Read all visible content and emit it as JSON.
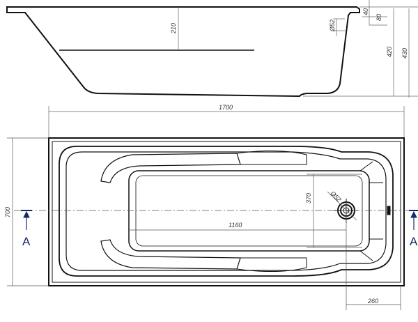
{
  "side_view": {
    "dims": {
      "depth_inner": "210",
      "rim_top": "40",
      "overflow_offset": "80",
      "overflow_diameter": "Ø52",
      "height_inner": "420",
      "height_total": "430"
    }
  },
  "plan_view": {
    "dims": {
      "length": "1700",
      "width": "700",
      "drain_span": "370",
      "drain_diameter": "Ø52",
      "bottom_length": "1160",
      "drain_offset": "260"
    },
    "section_labels": [
      "A",
      "A"
    ]
  },
  "colors": {
    "line": "#111111",
    "dim_line": "#555555",
    "section_marker": "#1a2a66"
  }
}
